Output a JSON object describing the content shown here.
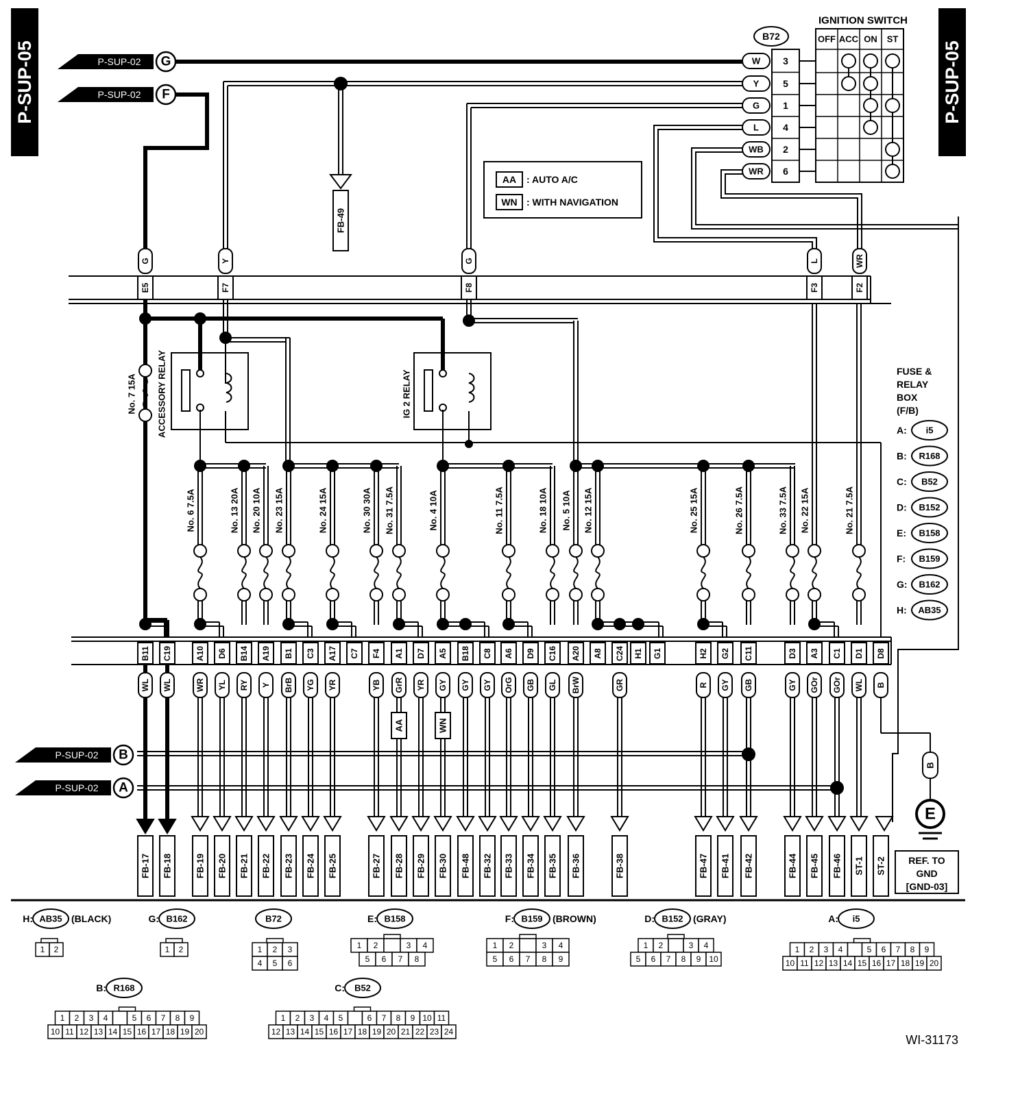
{
  "page_label": "P-SUP-05",
  "diagram_id": "WI-31173",
  "ignition_switch": {
    "title": "IGNITION SWITCH",
    "connector": "B72",
    "positions": [
      "OFF",
      "ACC",
      "ON",
      "ST"
    ],
    "pins": [
      {
        "wire": "W",
        "pin": "3",
        "contacts": [
          "ACC",
          "ON",
          "ST"
        ]
      },
      {
        "wire": "Y",
        "pin": "5",
        "contacts": [
          "ACC",
          "ON"
        ]
      },
      {
        "wire": "G",
        "pin": "1",
        "contacts": [
          "ON",
          "ST"
        ]
      },
      {
        "wire": "L",
        "pin": "4",
        "contacts": [
          "ON"
        ]
      },
      {
        "wire": "WB",
        "pin": "2",
        "contacts": [
          "ST"
        ]
      },
      {
        "wire": "WR",
        "pin": "6",
        "contacts": [
          "ST"
        ]
      }
    ]
  },
  "sources": {
    "g": {
      "label": "P-SUP-02",
      "letter": "G"
    },
    "f": {
      "label": "P-SUP-02",
      "letter": "F"
    },
    "b": {
      "label": "P-SUP-02",
      "letter": "B"
    },
    "a": {
      "label": "P-SUP-02",
      "letter": "A"
    }
  },
  "legend": [
    {
      "code": "AA",
      "text": ": AUTO A/C"
    },
    {
      "code": "WN",
      "text": ": WITH NAVIGATION"
    }
  ],
  "top_terminal": "FB-49",
  "inputs": [
    {
      "wire": "G",
      "pin": "E5"
    },
    {
      "wire": "Y",
      "pin": "F7"
    },
    {
      "wire": "G",
      "pin": "F8"
    },
    {
      "wire": "L",
      "pin": "F3"
    },
    {
      "wire": "WR",
      "pin": "F2"
    }
  ],
  "relays": {
    "accessory": "ACCESSORY RELAY",
    "ig2": "IG 2 RELAY"
  },
  "fuses": [
    {
      "label": "No. 7 15A"
    },
    {
      "label": "No. 6 7.5A"
    },
    {
      "label": "No. 13 20A"
    },
    {
      "label": "No. 20 10A"
    },
    {
      "label": "No. 23 15A"
    },
    {
      "label": "No. 24 15A"
    },
    {
      "label": "No. 30 30A"
    },
    {
      "label": "No. 31 7.5A"
    },
    {
      "label": "No. 4 10A"
    },
    {
      "label": "No. 11 7.5A"
    },
    {
      "label": "No. 18 10A"
    },
    {
      "label": "No. 5 10A"
    },
    {
      "label": "No. 12 15A"
    },
    {
      "label": "No. 25 15A"
    },
    {
      "label": "No. 26 7.5A"
    },
    {
      "label": "No. 33 7.5A"
    },
    {
      "label": "No. 22 15A"
    },
    {
      "label": "No. 21 7.5A"
    }
  ],
  "fuse_box": {
    "title": [
      "FUSE &",
      "RELAY",
      "BOX",
      "(F/B)"
    ],
    "connectors": [
      {
        "key": "A:",
        "conn": "i5"
      },
      {
        "key": "B:",
        "conn": "R168"
      },
      {
        "key": "C:",
        "conn": "B52"
      },
      {
        "key": "D:",
        "conn": "B152"
      },
      {
        "key": "E:",
        "conn": "B158"
      },
      {
        "key": "F:",
        "conn": "B159"
      },
      {
        "key": "G:",
        "conn": "B162"
      },
      {
        "key": "H:",
        "conn": "AB35"
      }
    ]
  },
  "outputs": [
    {
      "pin": "B11",
      "wire": "WL",
      "term": "FB-17"
    },
    {
      "pin": "C19",
      "wire": "WL",
      "term": "FB-18"
    },
    {
      "pin": "A10",
      "wire": "WR",
      "term": "FB-19"
    },
    {
      "pin": "D6",
      "wire": "YL",
      "term": "FB-20"
    },
    {
      "pin": "B14",
      "wire": "RY",
      "term": "FB-21"
    },
    {
      "pin": "A19",
      "wire": "Y",
      "term": "FB-22"
    },
    {
      "pin": "B1",
      "wire": "BrB",
      "term": "FB-23"
    },
    {
      "pin": "C3",
      "wire": "YG",
      "term": "FB-24"
    },
    {
      "pin": "A17",
      "wire": "YR",
      "term": "FB-25"
    },
    {
      "pin": "C7",
      "wire": "",
      "term": ""
    },
    {
      "pin": "F4",
      "wire": "YB",
      "term": "FB-27"
    },
    {
      "pin": "A1",
      "wire": "GrR",
      "term": "FB-28",
      "tag": "AA"
    },
    {
      "pin": "D7",
      "wire": "YR",
      "term": "FB-29"
    },
    {
      "pin": "A5",
      "wire": "GY",
      "term": "FB-30",
      "tag": "WN"
    },
    {
      "pin": "B18",
      "wire": "GY",
      "term": "FB-48"
    },
    {
      "pin": "C8",
      "wire": "GY",
      "term": "FB-32"
    },
    {
      "pin": "A6",
      "wire": "OrG",
      "term": "FB-33"
    },
    {
      "pin": "D9",
      "wire": "GB",
      "term": "FB-34"
    },
    {
      "pin": "C16",
      "wire": "GL",
      "term": "FB-35"
    },
    {
      "pin": "A20",
      "wire": "BrW",
      "term": "FB-36"
    },
    {
      "pin": "A8",
      "wire": "",
      "term": ""
    },
    {
      "pin": "C24",
      "wire": "GR",
      "term": "FB-38"
    },
    {
      "pin": "H1",
      "wire": "",
      "term": ""
    },
    {
      "pin": "G1",
      "wire": "",
      "term": ""
    },
    {
      "pin": "H2",
      "wire": "R",
      "term": "FB-47"
    },
    {
      "pin": "G2",
      "wire": "GY",
      "term": "FB-41"
    },
    {
      "pin": "C11",
      "wire": "GB",
      "term": "FB-42"
    },
    {
      "pin": "D3",
      "wire": "GY",
      "term": "FB-44"
    },
    {
      "pin": "A3",
      "wire": "GOr",
      "term": "FB-45"
    },
    {
      "pin": "C1",
      "wire": "GOr",
      "term": "FB-46"
    },
    {
      "pin": "D1",
      "wire": "WL",
      "term": "ST-1"
    },
    {
      "pin": "D8",
      "wire": "B",
      "term": "ST-2"
    }
  ],
  "ground": {
    "wire": "B",
    "symbol": "E",
    "ref": [
      "REF. TO",
      "GND",
      "[GND-03]"
    ]
  },
  "connector_views": [
    {
      "prefix": "H:",
      "name": "AB35",
      "note": "(BLACK)",
      "rows": [
        [
          "1",
          "2"
        ]
      ]
    },
    {
      "prefix": "G:",
      "name": "B162",
      "note": "",
      "rows": [
        [
          "1",
          "2"
        ]
      ]
    },
    {
      "prefix": "",
      "name": "B72",
      "note": "",
      "rows": [
        [
          "1",
          "2",
          "3"
        ],
        [
          "4",
          "5",
          "6"
        ]
      ]
    },
    {
      "prefix": "E:",
      "name": "B158",
      "note": "",
      "rows": [
        [
          "1",
          "2",
          "",
          "3",
          "4"
        ],
        [
          "5",
          "6",
          "7",
          "8"
        ]
      ]
    },
    {
      "prefix": "F:",
      "name": "B159",
      "note": "(BROWN)",
      "rows": [
        [
          "1",
          "2",
          "",
          "3",
          "4"
        ],
        [
          "5",
          "6",
          "7",
          "8",
          "9"
        ]
      ]
    },
    {
      "prefix": "D:",
      "name": "B152",
      "note": "(GRAY)",
      "rows": [
        [
          "1",
          "2",
          "",
          "3",
          "4"
        ],
        [
          "5",
          "6",
          "7",
          "8",
          "9",
          "10"
        ]
      ]
    },
    {
      "prefix": "A:",
      "name": "i5",
      "note": "",
      "rows": [
        [
          "1",
          "2",
          "3",
          "4",
          "",
          "5",
          "6",
          "7",
          "8",
          "9"
        ],
        [
          "10",
          "11",
          "12",
          "13",
          "14",
          "15",
          "16",
          "17",
          "18",
          "19",
          "20"
        ]
      ]
    },
    {
      "prefix": "B:",
      "name": "R168",
      "note": "",
      "rows": [
        [
          "1",
          "2",
          "3",
          "4",
          "",
          "5",
          "6",
          "7",
          "8",
          "9"
        ],
        [
          "10",
          "11",
          "12",
          "13",
          "14",
          "15",
          "16",
          "17",
          "18",
          "19",
          "20"
        ]
      ]
    },
    {
      "prefix": "C:",
      "name": "B52",
      "note": "",
      "rows": [
        [
          "1",
          "2",
          "3",
          "4",
          "5",
          "",
          "6",
          "7",
          "8",
          "9",
          "10",
          "11"
        ],
        [
          "12",
          "13",
          "14",
          "15",
          "16",
          "17",
          "18",
          "19",
          "20",
          "21",
          "22",
          "23",
          "24"
        ]
      ]
    }
  ]
}
